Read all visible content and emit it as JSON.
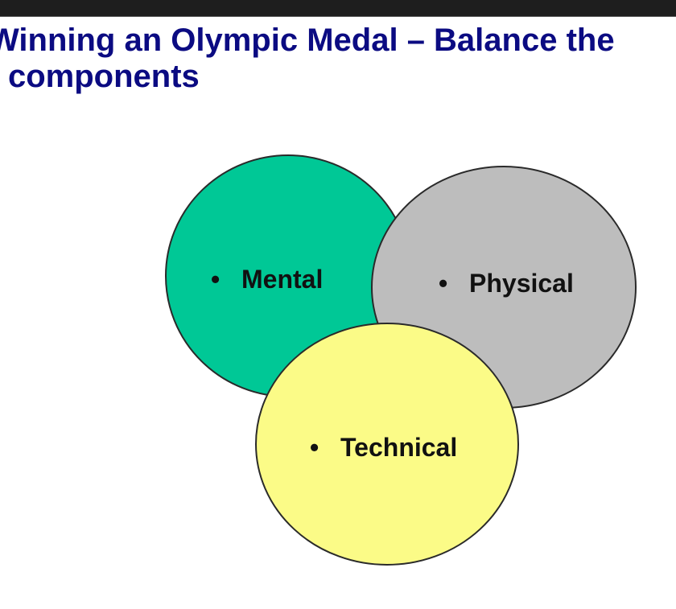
{
  "title_line1": "Winning an Olympic Medal – Balance the",
  "title_line2": "components",
  "circles": [
    {
      "label": "Mental",
      "bullet": "•",
      "color": "#00c896"
    },
    {
      "label": "Physical",
      "bullet": "•",
      "color": "#bdbdbd"
    },
    {
      "label": "Technical",
      "bullet": "•",
      "color": "#fbfb87"
    }
  ],
  "outline_color": "#2a2a2a",
  "title_color": "#0b0b82"
}
